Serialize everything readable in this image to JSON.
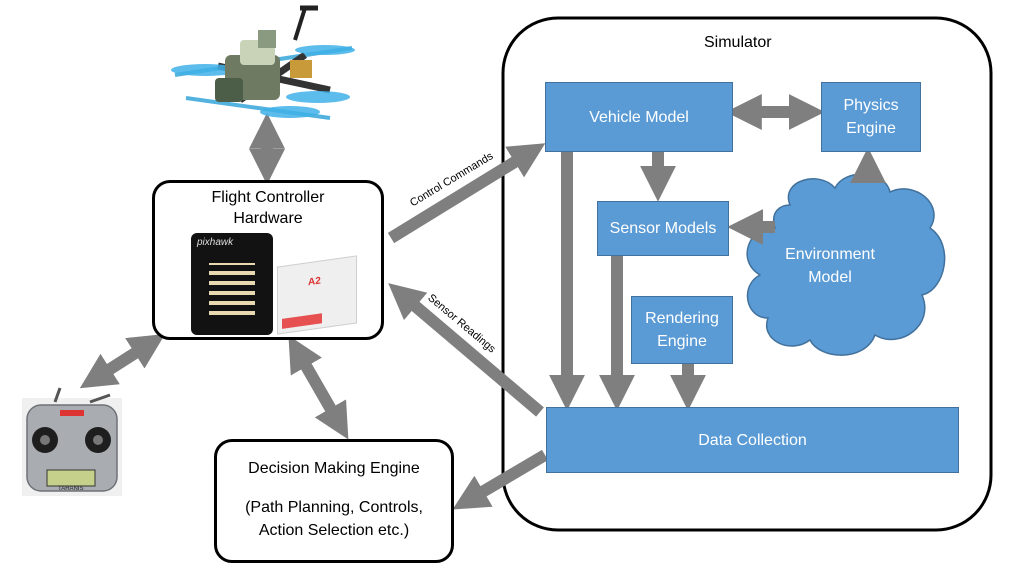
{
  "simulator": {
    "title": "Simulator",
    "vehicle_model": "Vehicle Model",
    "physics_engine": "Physics\nEngine",
    "sensor_models": "Sensor Models",
    "environment_model": "Environment\nModel",
    "rendering_engine": "Rendering\nEngine",
    "data_collection": "Data Collection"
  },
  "flight_controller": {
    "title": "Flight Controller\nHardware",
    "board_brand": "pixhawk",
    "module_label": "A2"
  },
  "decision_engine": {
    "title": "Decision Making Engine",
    "details": "(Path Planning, Controls,\nAction Selection etc.)"
  },
  "arrows": {
    "control_commands": "Control Commands",
    "sensor_readings": "Sensor Readings"
  },
  "remote": {
    "brand": "TARANIS"
  },
  "colors": {
    "box_fill": "#5b9bd5",
    "arrow": "#7f7f7f",
    "outline": "#000000"
  }
}
